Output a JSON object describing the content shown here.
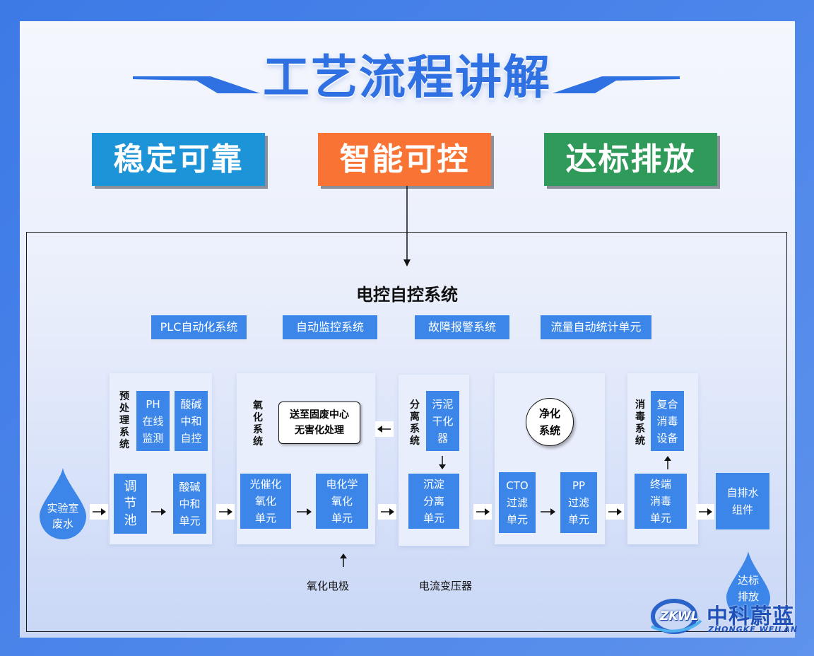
{
  "title": "工艺流程讲解",
  "tags": [
    {
      "label": "稳定可靠",
      "color": "#1d93d8"
    },
    {
      "label": "智能可控",
      "color": "#f97434"
    },
    {
      "label": "达标排放",
      "color": "#2f9a5a"
    }
  ],
  "control": {
    "title": "电控自控系统",
    "systems": [
      "PLC自动化系统",
      "自动监控系统",
      "故障报警系统",
      "流量自动统计单元"
    ]
  },
  "stages": {
    "pre": {
      "label": "预处理系统",
      "top_boxes": [
        "PH\n在线\n监测",
        "酸碱\n中和\n自控"
      ],
      "bottom_boxes": [
        "调\n节\n池",
        "酸碱\n中和\n单元"
      ]
    },
    "oxidation": {
      "label": "氧化系统",
      "note": "送至固废中心\n无害化处理",
      "bottom_boxes": [
        "光催化\n氧化\n单元",
        "电化学\n氧化\n单元"
      ],
      "caption": "氧化电极"
    },
    "separation": {
      "label": "分离系统",
      "top_box": "污泥\n干化\n器",
      "bottom_box": "沉淀\n分离\n单元",
      "caption": "电流变压器"
    },
    "purification": {
      "label": "净化\n系统",
      "bottom_boxes": [
        "CTO\n过滤\n单元",
        "PP\n过滤\n单元"
      ]
    },
    "disinfection": {
      "label": "消毒系统",
      "top_box": "复合\n消毒\n设备",
      "bottom_box": "终端\n消毒\n单元"
    },
    "drain": "自排水\n组件"
  },
  "drops": {
    "input": "实验室\n废水",
    "output": "达标\n排放"
  },
  "logo": {
    "badge": "ZKWL",
    "name": "中科蔚蓝",
    "pinyin": "ZHONGKE WEILAN"
  },
  "colors": {
    "accent": "#3b86e8",
    "title": "#2f71e2"
  }
}
